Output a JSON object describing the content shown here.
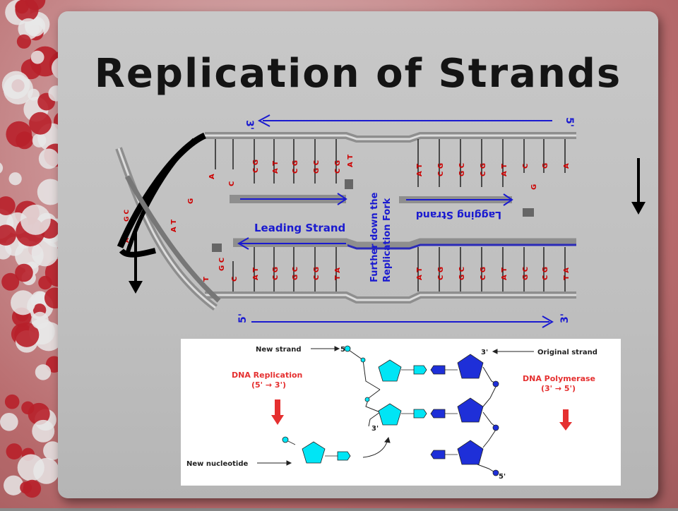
{
  "slide": {
    "title": "Replication of Strands"
  },
  "fork_diagram": {
    "top_left_label": "3'",
    "top_right_label": "5'",
    "bottom_left_label": "5'",
    "bottom_right_label": "3'",
    "leading_strand_label": "Leading Strand",
    "lagging_strand_label": "Lagging Strand",
    "fork_note_line1": "Further down the",
    "fork_note_line2": "Replication Fork",
    "top_left_bases": [
      "A",
      "CG",
      "AT",
      "CG",
      "GC",
      "CG",
      "AT"
    ],
    "top_left_new_bases": [
      "T"
    ],
    "top_right_bases": [
      "AT",
      "CG",
      "GC",
      "CG",
      "AT",
      "C",
      "G",
      "A"
    ],
    "top_right_new_bases": [
      "G"
    ],
    "bottom_left_bases": [
      "T",
      "C",
      "AT",
      "CG",
      "GC",
      "CG",
      "TA"
    ],
    "bottom_left_new_bases": [
      "GC"
    ],
    "bottom_right_bases": [
      "AT",
      "CG",
      "GC",
      "CG",
      "AT",
      "GC",
      "CG",
      "TA"
    ],
    "helix_bases": [
      "GC",
      "AT",
      "AT",
      "G",
      "C",
      "A"
    ],
    "colors": {
      "arrow_blue": "#1a1ad0",
      "base_red": "#cc0000",
      "strand_gray": "#9a9a9a",
      "helix_black": "#000000"
    }
  },
  "polymerase_diagram": {
    "new_strand_label": "New strand",
    "new_strand_end": "5'",
    "original_strand_label": "Original strand",
    "original_strand_end_top": "3'",
    "mid_label": "3'",
    "bottom_end": "5'",
    "dna_replication_title": "DNA Replication",
    "dna_replication_dir": "(5' → 3')",
    "dna_polymerase_title": "DNA Polymerase",
    "dna_polymerase_dir": "(3' → 5')",
    "new_nucleotide_label": "New nucleotide",
    "colors": {
      "new_strand_cyan": "#00e5f5",
      "original_blue": "#1e2fd8",
      "red_arrow": "#e53030",
      "heading_red": "#e53030"
    }
  }
}
